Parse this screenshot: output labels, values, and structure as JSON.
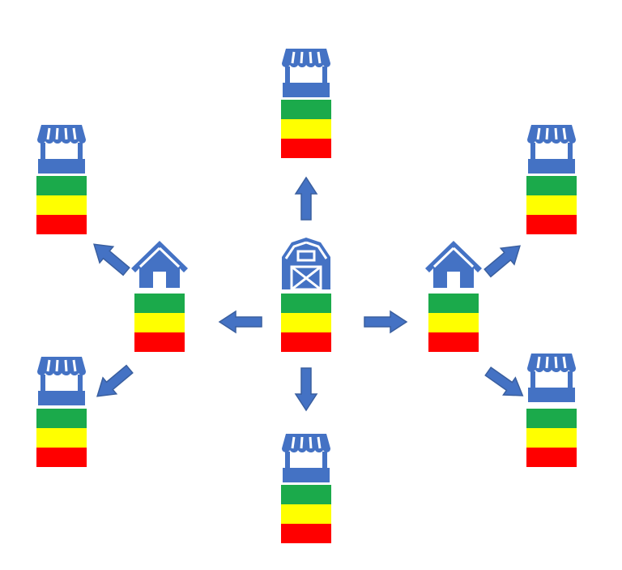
{
  "colors": {
    "icon": "#4472C4",
    "arrow": "#4472C4",
    "arrow_outline": "#3A5F9F",
    "level_high": "#1BAA4B",
    "level_mid": "#FFFF00",
    "level_low": "#FF0000",
    "background": "#FFFFFF"
  },
  "diagram": {
    "nodes": [
      {
        "id": "farm",
        "icon": "barn-icon",
        "levels": [
          "green",
          "yellow",
          "red"
        ]
      },
      {
        "id": "warehouse-left",
        "icon": "house-icon",
        "levels": [
          "green",
          "yellow",
          "red"
        ]
      },
      {
        "id": "warehouse-right",
        "icon": "house-icon",
        "levels": [
          "green",
          "yellow",
          "red"
        ]
      },
      {
        "id": "store-top",
        "icon": "market-stall-icon",
        "levels": [
          "green",
          "yellow",
          "red"
        ]
      },
      {
        "id": "store-bottom",
        "icon": "market-stall-icon",
        "levels": [
          "green",
          "yellow",
          "red"
        ]
      },
      {
        "id": "store-upper-left",
        "icon": "market-stall-icon",
        "levels": [
          "green",
          "yellow",
          "red"
        ]
      },
      {
        "id": "store-lower-left",
        "icon": "market-stall-icon",
        "levels": [
          "green",
          "yellow",
          "red"
        ]
      },
      {
        "id": "store-upper-right",
        "icon": "market-stall-icon",
        "levels": [
          "green",
          "yellow",
          "red"
        ]
      },
      {
        "id": "store-lower-right",
        "icon": "market-stall-icon",
        "levels": [
          "green",
          "yellow",
          "red"
        ]
      }
    ],
    "edges": [
      {
        "from": "farm",
        "to": "store-top"
      },
      {
        "from": "farm",
        "to": "store-bottom"
      },
      {
        "from": "farm",
        "to": "warehouse-left"
      },
      {
        "from": "farm",
        "to": "warehouse-right"
      },
      {
        "from": "warehouse-left",
        "to": "store-upper-left"
      },
      {
        "from": "warehouse-left",
        "to": "store-lower-left"
      },
      {
        "from": "warehouse-right",
        "to": "store-upper-right"
      },
      {
        "from": "warehouse-right",
        "to": "store-lower-right"
      }
    ]
  }
}
